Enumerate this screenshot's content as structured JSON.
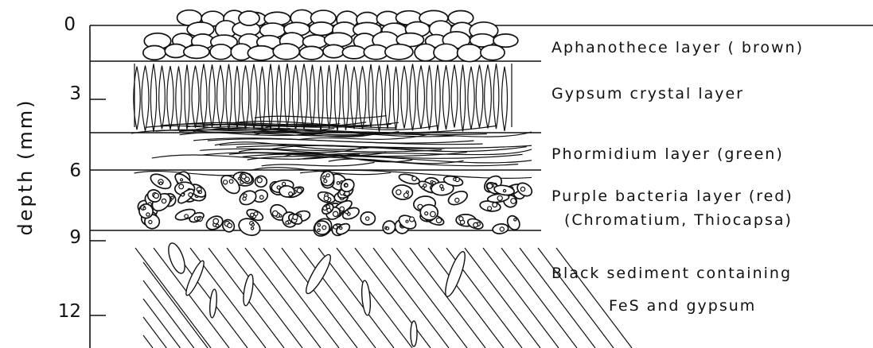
{
  "diagram": {
    "axis_title": "depth (mm)",
    "ticks": [
      "0",
      "3",
      "6",
      "9",
      "12"
    ],
    "layers": [
      {
        "id": "aphanothece",
        "line1": "Aphanothece  layer ( brown)",
        "line2": ""
      },
      {
        "id": "gypsum",
        "line1": "Gypsum  crystal  layer",
        "line2": ""
      },
      {
        "id": "phormidium",
        "line1": "Phormidium  layer  (green)",
        "line2": ""
      },
      {
        "id": "purple",
        "line1": "Purple bacteria  layer  (red)",
        "line2": "(Chromatium, Thiocapsa)"
      },
      {
        "id": "black",
        "line1": "Black  sediment  containing",
        "line2": "FeS  and  gypsum"
      }
    ]
  }
}
